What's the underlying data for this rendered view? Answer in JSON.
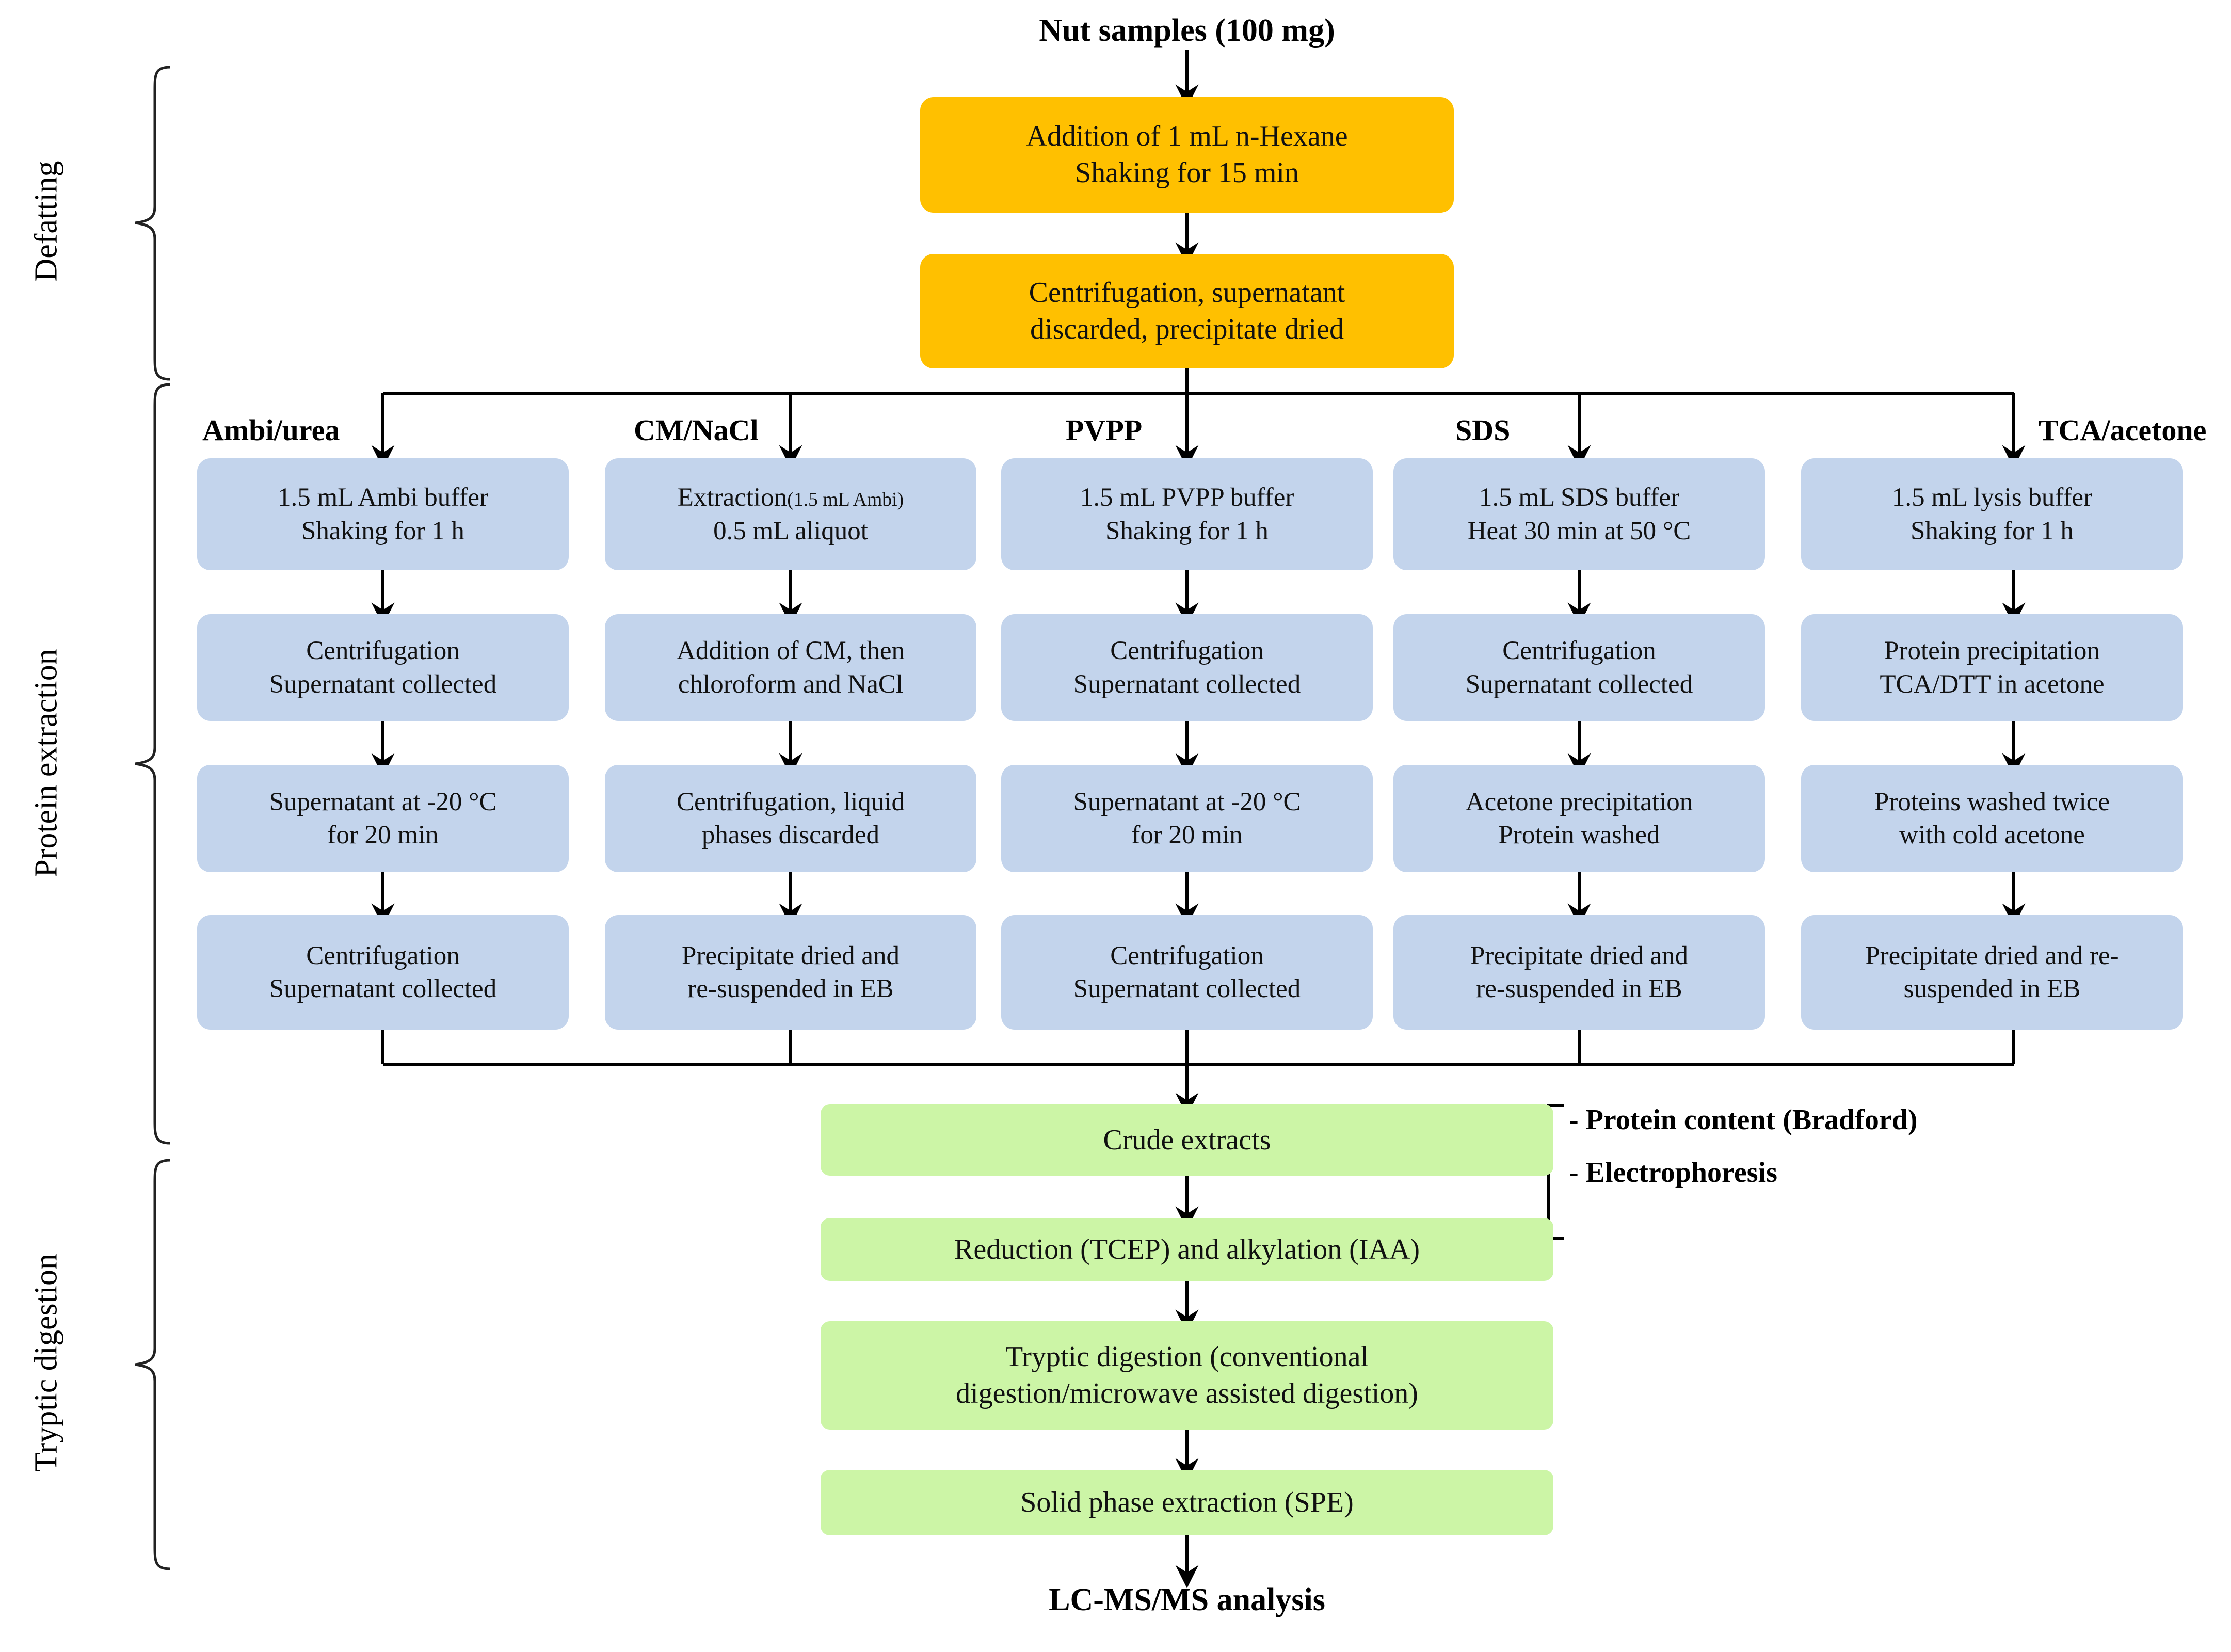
{
  "colors": {
    "orange": "#FFC000",
    "blue": "#C3D4EC",
    "green": "#CCF5A6",
    "line": "#000000",
    "background": "#FFFFFF"
  },
  "stage_labels": [
    {
      "id": "defatting",
      "text": "Defatting"
    },
    {
      "id": "protein-extraction",
      "text": "Protein extraction"
    },
    {
      "id": "tryptic-digestion",
      "text": "Tryptic digestion"
    }
  ],
  "top": {
    "start_label": "Nut samples (100 mg)",
    "defatting_steps": [
      {
        "line1": "Addition of 1 mL n-Hexane",
        "line2": "Shaking for 15 min"
      },
      {
        "line1": "Centrifugation, supernatant",
        "line2": "discarded, precipitate dried"
      }
    ]
  },
  "columns": [
    {
      "header": "Ambi/urea",
      "steps": [
        {
          "line1": "1.5 mL Ambi buffer",
          "line2": "Shaking for 1 h"
        },
        {
          "line1": "Centrifugation",
          "line2": "Supernatant collected"
        },
        {
          "line1": "Supernatant at -20 °C",
          "line2": "for 20 min"
        },
        {
          "line1": "Centrifugation",
          "line2": "Supernatant collected"
        }
      ]
    },
    {
      "header": "CM/NaCl",
      "steps": [
        {
          "line1": "Extraction",
          "line1_small": "(1.5 mL Ambi)",
          "line2": "0.5 mL aliquot"
        },
        {
          "line1": "Addition of CM, then",
          "line2": "chloroform and NaCl"
        },
        {
          "line1": "Centrifugation, liquid",
          "line2": "phases discarded"
        },
        {
          "line1": "Precipitate dried and",
          "line2": "re-suspended in  EB"
        }
      ]
    },
    {
      "header": "PVPP",
      "steps": [
        {
          "line1": "1.5 mL PVPP buffer",
          "line2": "Shaking for 1 h"
        },
        {
          "line1": "Centrifugation",
          "line2": "Supernatant collected"
        },
        {
          "line1": "Supernatant at -20 °C",
          "line2": "for 20 min"
        },
        {
          "line1": "Centrifugation",
          "line2": "Supernatant collected"
        }
      ]
    },
    {
      "header": "SDS",
      "steps": [
        {
          "line1": "1.5 mL SDS buffer",
          "line2": "Heat 30 min  at 50 °C"
        },
        {
          "line1": "Centrifugation",
          "line2": "Supernatant collected"
        },
        {
          "line1": "Acetone precipitation",
          "line2": "Protein washed"
        },
        {
          "line1": "Precipitate dried and",
          "line2": "re-suspended in  EB"
        }
      ]
    },
    {
      "header": "TCA/acetone",
      "steps": [
        {
          "line1": "1.5 mL lysis buffer",
          "line2": "Shaking for 1 h"
        },
        {
          "line1": "Protein precipitation",
          "line2": "TCA/DTT in acetone"
        },
        {
          "line1": "Proteins washed twice",
          "line2": "with cold acetone"
        },
        {
          "line1": "Precipitate dried and re-",
          "line2": "suspended in  EB"
        }
      ]
    }
  ],
  "bottom": {
    "steps": [
      {
        "line1": "Crude extracts"
      },
      {
        "line1": "Reduction (TCEP) and alkylation (IAA)"
      },
      {
        "line1": "Tryptic digestion  (conventional",
        "line2": "digestion/microwave  assisted digestion)"
      },
      {
        "line1": "Solid phase extraction (SPE)"
      }
    ],
    "end_label": "LC-MS/MS analysis",
    "side_notes": [
      "- Protein content (Bradford)",
      "- Electrophoresis"
    ]
  }
}
